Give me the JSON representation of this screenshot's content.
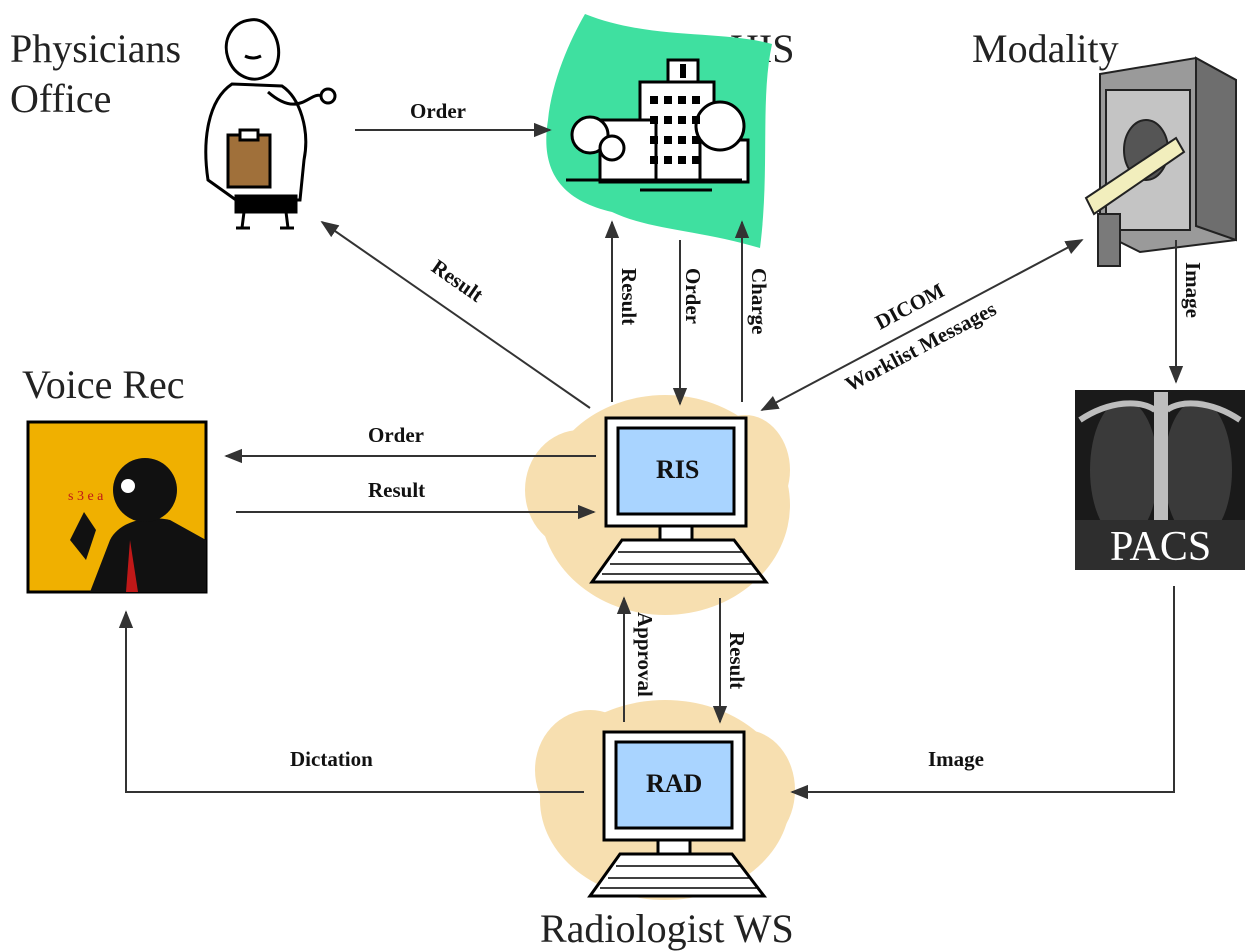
{
  "nodes": {
    "physicians_office": [
      "Physicians",
      "Office"
    ],
    "his": "HIS",
    "modality": "Modality",
    "voice_rec": "Voice Rec",
    "ris": "RIS",
    "pacs": "PACS",
    "rad": "RAD",
    "radiologist_ws": "Radiologist WS",
    "voice_rec_glyphs": "s 3 e a"
  },
  "edges": {
    "office_to_his": "Order",
    "ris_to_office": "Result",
    "ris_to_his_result": "Result",
    "his_to_ris_order": "Order",
    "ris_to_his_charge": "Charge",
    "dicom": "DICOM",
    "worklist": "Worklist Messages",
    "modality_to_pacs": "Image",
    "ris_to_voice_order": "Order",
    "voice_to_ris_result": "Result",
    "rad_to_ris_approval": "Approval",
    "ris_to_rad_result": "Result",
    "rad_to_voice_dictation": "Dictation",
    "pacs_to_rad_image": "Image"
  },
  "colors": {
    "his_backdrop": "#3fe0a0",
    "cloud": "#f7dfb0",
    "screen": "#a9d4ff",
    "voice_background": "#f0b000",
    "clipboard": "#a0703a",
    "modality_table": "#f2eebd"
  },
  "icons": [
    "physician-icon",
    "hospital-icon",
    "scanner-icon",
    "voice-recognition-icon",
    "computer-icon",
    "xray-icon"
  ]
}
